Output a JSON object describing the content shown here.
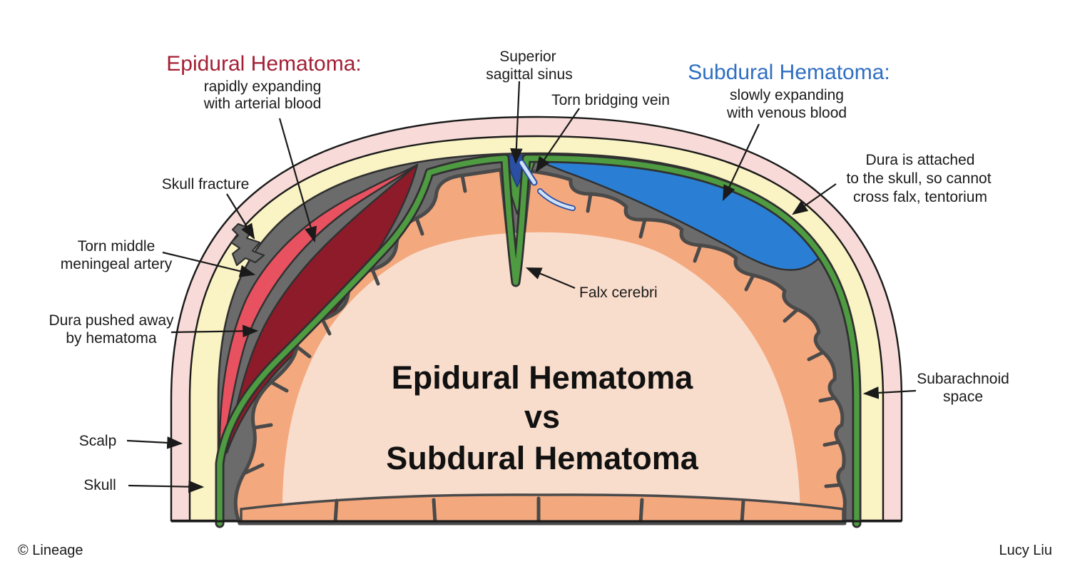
{
  "headings": {
    "epidural": {
      "title": "Epidural Hematoma:",
      "sub1": "rapidly expanding",
      "sub2": "with arterial blood"
    },
    "subdural": {
      "title": "Subdural Hematoma:",
      "sub1": "slowly expanding",
      "sub2": "with venous blood"
    }
  },
  "center": {
    "line1": "Epidural Hematoma",
    "line2": "vs",
    "line3": "Subdural Hematoma"
  },
  "labels": {
    "skull_fracture": "Skull fracture",
    "torn_mma_1": "Torn middle",
    "torn_mma_2": "meningeal artery",
    "dura_pushed_1": "Dura pushed away",
    "dura_pushed_2": "by hematoma",
    "scalp": "Scalp",
    "skull": "Skull",
    "sss_1": "Superior",
    "sss_2": "sagittal sinus",
    "torn_bridging": "Torn bridging vein",
    "dura_attached_1": "Dura is attached",
    "dura_attached_2": "to the skull, so cannot",
    "dura_attached_3": "cross falx, tentorium",
    "falx": "Falx cerebri",
    "subarachnoid_1": "Subarachnoid",
    "subarachnoid_2": "space"
  },
  "credits": {
    "left": "© Lineage",
    "right": "Lucy Liu"
  },
  "colors": {
    "background": "#ffffff",
    "scalp": "#f8dbd8",
    "skull": "#faf3c4",
    "subarachnoid": "#6b6b6b",
    "dura_green": "#4e9b42",
    "brain_gyri": "#f4a87e",
    "brain_inner": "#f9ddcc",
    "artery_red": "#e8515f",
    "epidural_red": "#8e1b29",
    "subdural_blue": "#2a7fd4",
    "sinus_blue": "#2b4fa3",
    "bridging_vein": "#cfe2f6",
    "heading_red": "#a31f34",
    "heading_blue": "#2f6fc2",
    "outline": "#303030",
    "text": "#1a1a1a"
  }
}
